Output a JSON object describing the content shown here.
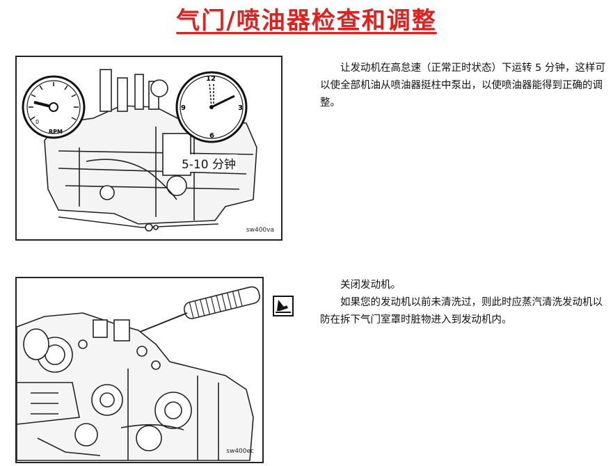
{
  "page": {
    "title": "气门/喷油器检查和调整"
  },
  "figure1": {
    "rpm_label": "RPM",
    "gauge_zero": "0",
    "clock_numbers": [
      "12",
      "3",
      "6",
      "9"
    ],
    "time_label": "5-10 分钟",
    "code": "sw400va"
  },
  "figure2": {
    "code": "sw400ec"
  },
  "step1": {
    "text": "让发动机在高怠速（正常正时状态）下运转 5 分钟，这样可以使全部机油从喷油器挺柱中泵出，以使喷油器能得到正确的调整。"
  },
  "step2": {
    "line1": "关闭发动机。",
    "line2": "如果您的发动机以前未清洗过，则此时应蒸汽清洗发动机以防在拆下气门室罩时脏物进入到发动机内。"
  },
  "note_icon": "caution-hand-icon"
}
